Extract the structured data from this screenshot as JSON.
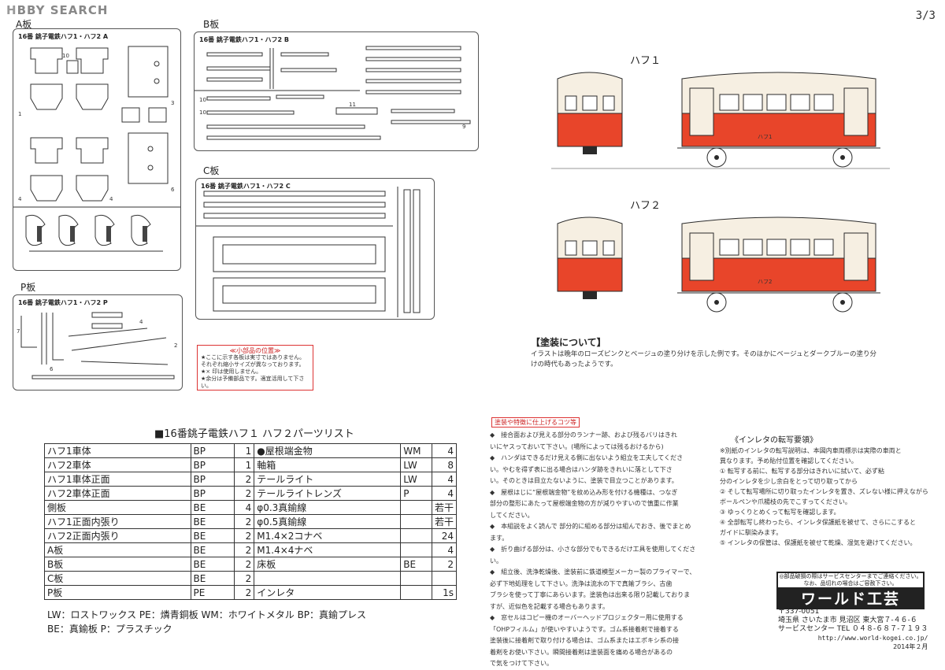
{
  "watermark": {
    "hobby": "H",
    "rest": "BBY SEARCH"
  },
  "page_number": "3/3",
  "sheets": {
    "a": {
      "label": "A板",
      "header": "16番 銚子電鉄ハフ1・ハフ2 A"
    },
    "b": {
      "label": "B板",
      "header": "16番 銚子電鉄ハフ1・ハフ2 B"
    },
    "c": {
      "label": "C板",
      "header": "16番 銚子電鉄ハフ1・ハフ2 C"
    },
    "p": {
      "label": "P板",
      "header": "16番 銚子電鉄ハフ1・ハフ2 P"
    }
  },
  "small_parts": {
    "title": "≪小部品の位置≫",
    "lines": [
      "★ここに示す各板は実寸ではありません。",
      "それぞれ縮小サイズが異なっております。",
      "★× 印は使用しません。",
      "★余分は予備部品です。適宜活用して下さい。"
    ]
  },
  "cars": {
    "haf1": {
      "label": "ハフ１",
      "number": "ハフ1"
    },
    "haf2": {
      "label": "ハフ２",
      "number": "ハフ2"
    }
  },
  "colors": {
    "body_red": "#e8452a",
    "body_cream": "#f6efe2",
    "frame_dark": "#2a2a2a",
    "accent_red": "#d33333"
  },
  "painting": {
    "heading": "【塗装について】",
    "lines": [
      "イラストは晩年のローズピンクとベージュの塗り分けを示した例です。そのほかにベージュとダークブルーの塗り分",
      "けの時代もあったようです。"
    ]
  },
  "parts_list": {
    "title": "■16番銚子電鉄ハフ１ ハフ２パーツリスト",
    "rows": [
      [
        "ハフ1車体",
        "BP",
        "1",
        "●屋根端金物",
        "WM",
        "4"
      ],
      [
        "ハフ2車体",
        "BP",
        "1",
        "軸箱",
        "LW",
        "8"
      ],
      [
        "ハフ1車体正面",
        "BP",
        "2",
        "テールライト",
        "LW",
        "4"
      ],
      [
        "ハフ2車体正面",
        "BP",
        "2",
        "テールライトレンズ",
        "P",
        "4"
      ],
      [
        "側板",
        "BE",
        "4",
        "φ0.3真鍮線",
        "",
        "若干"
      ],
      [
        "ハフ1正面内張り",
        "BE",
        "2",
        "φ0.5真鍮線",
        "",
        "若干"
      ],
      [
        "ハフ2正面内張り",
        "BE",
        "2",
        "M1.4×2コナベ",
        "",
        "24"
      ],
      [
        "A板",
        "BE",
        "2",
        "M1.4×4ナベ",
        "",
        "4"
      ],
      [
        "B板",
        "BE",
        "2",
        "床板",
        "BE",
        "2"
      ],
      [
        "C板",
        "BE",
        "2",
        "",
        "",
        ""
      ],
      [
        "P板",
        "PE",
        "2",
        "インレタ",
        "",
        "1s"
      ]
    ],
    "legend1": "LW：ロストワックス PE：燐青銅板 WM：ホワイトメタル BP：真鍮プレス",
    "legend2": "BE：真鍮板 P：プラスチック"
  },
  "tips": {
    "heading": "塗装や特徴に仕上げるコツ等",
    "lines": [
      "◆　接合面および見える部分のランナー跡、および残るバリはきれ",
      "いにヤスっておいて下さい。(場所によっては残るおけるから)",
      "◆　ハンダはできるだけ見える側に出ないよう組立を工夫してくださ",
      "い。やむを得ず表に出る場合はハンダ跡をきれいに落として下さ",
      "い。そのときは目立たないように、塗装で目立つことがあります。",
      "◆　屋根はじに“屋根端金物”を紋め込み形を付ける機種は、つなぎ",
      "部分の整形にあたって屋根端金物の方が減りやすいので慎重に作業",
      "してください。",
      "◆　本組説をよく読んで 部分的に組める部分は組んでおき、後でまとめ",
      "ます。",
      "◆　折り曲げる部分は、小さな部分でもできるだけ工具を使用してくださ",
      "い。",
      "◆　組立後、洗浄乾燥後、塗装前に鉄道模型メーカー製のプライマーで、",
      "必ず下地処理をして下さい。洗浄は流水の下で真鍮ブラシ、古歯",
      "ブラシを使って丁寧にあらいます。塗装色は出来る限り記載しておりま",
      "すが、近似色を記載する場合もあります。",
      "◆　窓セルはコピー機のオーバーヘッドプロジェクター用に使用する",
      "「OHPフィルム」が使いやすいようです。ゴム系接着剤で接着する",
      "塗装後に接着剤で取り付ける場合は、ゴム系またはエポキシ系の接",
      "着剤をお使い下さい。瞬間接着剤は塗装面を痛める場合があるの",
      "で気をつけて下さい。"
    ]
  },
  "inreta": {
    "heading": "《インレタの転写要領》",
    "lines": [
      "※別紙のインレタの転写説明は、本図内車両標示は実際の車両と",
      "異なります。予め貼付位置を確認してください。",
      "① 転写する前に、転写する部分はきれいに拭いて、必ず粘",
      "分のインレタを少し余白をとって切り取ってから",
      "② そして転写場所に切り取ったインレタを置き、ズレない様に押えながら",
      "ボールペンや爪楊枝の先でこすってください。",
      "③ ゆっくりとめくって転写を確認します。",
      "④ 全部転写し終わったら、インレタ保護紙を被せて、さらにこすると",
      "ガイドに馴染みます。",
      "⑤ インレタの保管は、保護紙を被せて乾燥、湿気を避けてください。"
    ]
  },
  "company": {
    "notice1": "◎部品破損の際はサービスセンターまでご連絡ください。",
    "notice2": "なお、品切れの場合はご容赦下さい。",
    "name": "ワールド工芸",
    "zip": "〒337-0051",
    "address": "埼玉県 さいたま市 見沼区 東大宮７-４６-６",
    "tel": "サービスセンター TEL ０４８-６８７-７１９３",
    "url": "http://www.world-kogei.co.jp/",
    "date": "2014年２月"
  }
}
